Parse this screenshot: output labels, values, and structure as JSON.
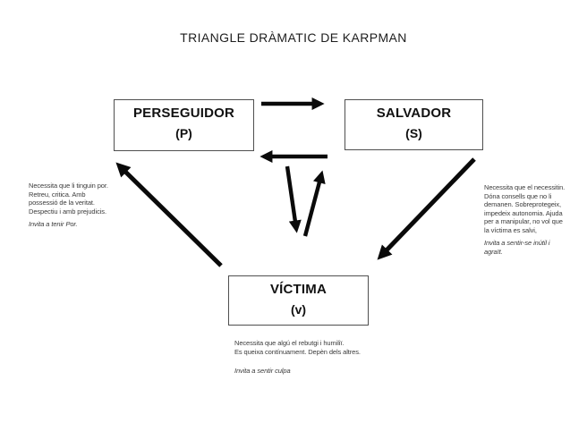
{
  "title": "TRIANGLE DRÀMATIC DE KARPMAN",
  "nodes": {
    "persecutor": {
      "name": "PERSEGUIDOR",
      "letter": "(P)"
    },
    "rescuer": {
      "name": "SALVADOR",
      "letter": "(S)"
    },
    "victim": {
      "name": "VÍCTIMA",
      "letter": "(v)"
    }
  },
  "annotations": {
    "persecutor": {
      "text": "Necessita que li tinguin por.\nRetreu, critica. Amb\npossessió de la veritat.\nDespectiu i amb prejudicis.",
      "invitation": "Invita a tenir Por."
    },
    "rescuer": {
      "text": "Necessita que el necessitin.\nDóna consells que no li\ndemanen. Sobreprotegeix,\nimpedeix autonomia. Ajuda\nper a manipular, no vol que\nla víctima es salvi,",
      "invitation": "Invita a sentir-se inútil i\nagraït."
    },
    "victim": {
      "text": "Necessita que algú el rebutgi i humiliï.\nEs queixa contínuament. Depèn dels altres.",
      "invitation": "Invita a sentir culpa"
    }
  },
  "relations": [
    {
      "from": "PERSEGUIDOR",
      "to": "SALVADOR"
    },
    {
      "from": "SALVADOR",
      "to": "PERSEGUIDOR"
    },
    {
      "from": "PERSEGUIDOR",
      "to": "VÍCTIMA"
    },
    {
      "from": "VÍCTIMA",
      "to": "SALVADOR"
    },
    {
      "from": "VÍCTIMA",
      "to": "PERSEGUIDOR"
    },
    {
      "from": "SALVADOR",
      "to": "VÍCTIMA"
    }
  ],
  "colors": {
    "background": "#ffffff",
    "arrow": "#0a0a0a",
    "box_border": "#4f4f4f",
    "label_text": "#111111",
    "note_text": "#3b3b3b"
  }
}
